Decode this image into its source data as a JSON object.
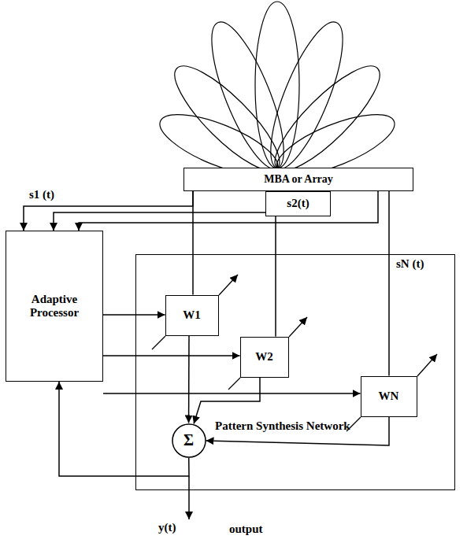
{
  "diagram": {
    "nodes": [
      {
        "text": [
          "MBA or Array"
        ]
      },
      {
        "text": [
          "s2(t)"
        ]
      },
      {
        "text": [
          "Adaptive Processor"
        ]
      },
      {
        "text": [
          "Pattern Synthesis Network"
        ]
      },
      {
        "text": [
          "W1"
        ],
        "in": 3
      },
      {
        "text": [
          "W2"
        ],
        "in": 3
      },
      {
        "text": [
          "WN"
        ],
        "in": 3
      },
      {
        "text": [
          "Σ"
        ],
        "in": 3
      }
    ],
    "edges": [
      {
        "from": 0,
        "to": 4,
        "arrow": "none"
      },
      {
        "from": 4,
        "to": 7,
        "arrow": "to"
      },
      {
        "from": 1,
        "to": 5,
        "arrow": "none"
      },
      {
        "from": 5,
        "to": 7,
        "arrow": "to"
      },
      {
        "from": 0,
        "to": 6,
        "arrow": "none"
      },
      {
        "from": 6,
        "to": 7,
        "arrow": "to"
      },
      {
        "from": 2,
        "to": 4,
        "arrow": "to"
      },
      {
        "from": 2,
        "to": 5,
        "arrow": "to"
      },
      {
        "from": 2,
        "to": 6,
        "arrow": "to"
      },
      {
        "from": 7,
        "to": 2,
        "arrow": "to"
      },
      {
        "from": 0,
        "to": 2,
        "arrow": "to"
      },
      {
        "from": 1,
        "to": 2,
        "arrow": "to"
      },
      {
        "from": 0,
        "to": 2,
        "arrow": "to"
      }
    ],
    "labels": [
      "s1 (t)",
      "sN (t)",
      "y(t)",
      "output"
    ]
  }
}
